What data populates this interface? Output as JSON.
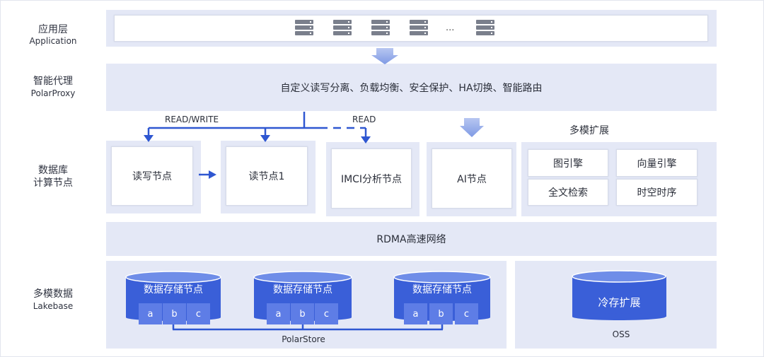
{
  "layers": {
    "application": {
      "cn": "应用层",
      "en": "Application"
    },
    "proxy": {
      "cn": "智能代理",
      "en": "PolarProxy"
    },
    "compute": {
      "cn_line1": "数据库",
      "cn_line2": "计算节点"
    },
    "storage": {
      "cn": "多模数据",
      "en": "Lakebase"
    }
  },
  "app_row": {
    "ellipsis": "..."
  },
  "proxy_band": {
    "text": "自定义读写分离、负载均衡、安全保护、HA切换、智能路由"
  },
  "edges": {
    "read_write": "READ/WRITE",
    "read": "READ"
  },
  "nodes": {
    "rw": "读写节点",
    "r1": "读节点1",
    "imci": "IMCI分析节点",
    "ai": "AI节点"
  },
  "multi_model": {
    "title": "多模扩展",
    "items": [
      "图引擎",
      "向量引擎",
      "全文检索",
      "时空时序"
    ]
  },
  "network": {
    "text": "RDMA高速网络"
  },
  "storage": {
    "node_title": "数据存储节点",
    "cells": [
      "a",
      "b",
      "c"
    ],
    "polarstore": "PolarStore",
    "cold": "冷存扩展",
    "oss": "OSS"
  },
  "colors": {
    "accent": "#2f57d1",
    "band": "#e4e8f6",
    "cylinder": "#3a5fd8"
  }
}
